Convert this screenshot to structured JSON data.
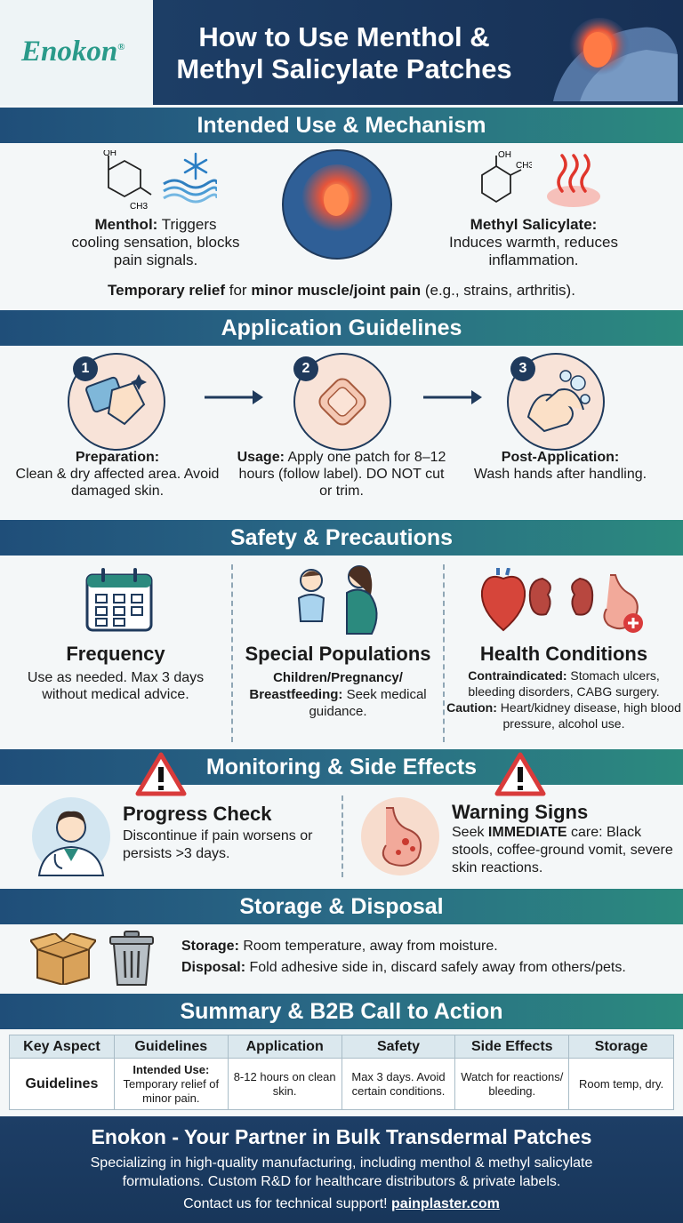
{
  "header": {
    "logo": "Enokon",
    "logo_mark": "®",
    "title_line1": "How to Use Menthol &",
    "title_line2": "Methyl Salicylate Patches"
  },
  "intended": {
    "heading": "Intended Use & Mechanism",
    "menthol_label": "Menthol:",
    "menthol_text": " Triggers cooling sensation, blocks pain signals.",
    "menthol_oh": "OH",
    "menthol_ch3": "CH3",
    "salicylate_label": "Methyl Salicylate:",
    "salicylate_text": "Induces warmth, reduces inflammation.",
    "salicylate_oh": "OH",
    "salicylate_ch3": "CH3",
    "relief_bold1": "Temporary relief",
    "relief_mid": " for ",
    "relief_bold2": "minor muscle/joint pain",
    "relief_end": " (e.g., strains, arthritis)."
  },
  "application": {
    "heading": "Application Guidelines",
    "steps": [
      {
        "num": "1",
        "title": "Preparation:",
        "text": "Clean & dry affected area. Avoid damaged skin."
      },
      {
        "num": "2",
        "title": "Usage:",
        "text": " Apply one patch for 8–12 hours (follow label). DO NOT cut or trim."
      },
      {
        "num": "3",
        "title": "Post-Application:",
        "text": "Wash hands after handling."
      }
    ]
  },
  "safety": {
    "heading": "Safety & Precautions",
    "frequency_title": "Frequency",
    "frequency_text": "Use as needed. Max 3 days without medical advice.",
    "special_title": "Special Populations",
    "special_bold": "Children/Pregnancy/ Breastfeeding:",
    "special_text": " Seek medical guidance.",
    "health_title": "Health Conditions",
    "contra_label": "Contraindicated:",
    "contra_text": " Stomach ulcers, bleeding disorders, CABG surgery.",
    "caution_label": "Caution:",
    "caution_text": " Heart/kidney disease, high blood pressure, alcohol use."
  },
  "monitoring": {
    "heading": "Monitoring & Side Effects",
    "progress_title": "Progress Check",
    "progress_text": "Discontinue if pain worsens or persists >3 days.",
    "warning_title": "Warning Signs",
    "warning_pre": "Seek ",
    "warning_bold": "IMMEDIATE",
    "warning_text": " care: Black stools, coffee-ground vomit, severe skin reactions."
  },
  "storage": {
    "heading": "Storage & Disposal",
    "storage_label": "Storage:",
    "storage_text": " Room temperature, away from moisture.",
    "disposal_label": "Disposal:",
    "disposal_text": " Fold adhesive side in, discard safely away from others/pets."
  },
  "summary": {
    "heading": "Summary & B2B Call to Action",
    "columns": [
      "Key Aspect",
      "Guidelines",
      "Application",
      "Safety",
      "Side Effects",
      "Storage"
    ],
    "row_label": "Guidelines",
    "intended_bold": "Intended Use:",
    "intended_text": "Temporary relief of minor pain.",
    "application": "8-12 hours on clean skin.",
    "safety": "Max 3 days. Avoid certain conditions.",
    "side_effects": "Watch for reactions/ bleeding.",
    "storage": "Room temp, dry."
  },
  "footer": {
    "title": "Enokon - Your Partner in Bulk Transdermal Patches",
    "line1": "Specializing in high-quality manufacturing, including menthol & methyl salicylate",
    "line2": "formulations. Custom R&D for healthcare distributors & private labels.",
    "contact_text": "Contact us for technical support! ",
    "contact_link": "painplaster.com"
  },
  "colors": {
    "navy": "#1f3a5c",
    "teal": "#2b8a7e",
    "accent_red": "#d93b3b"
  }
}
